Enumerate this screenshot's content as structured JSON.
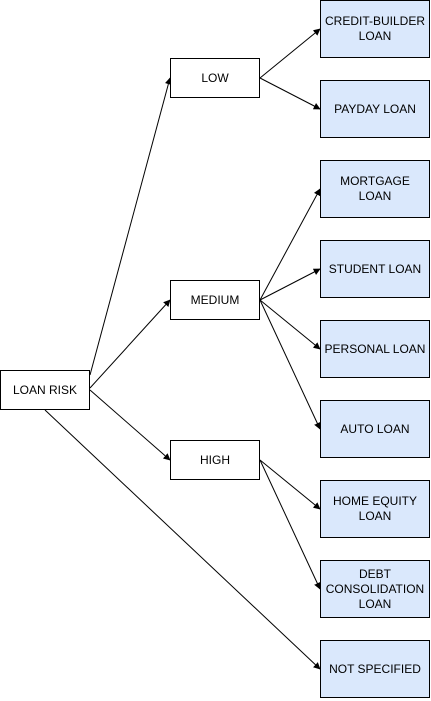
{
  "colors": {
    "leaf_fill": "#dae8fc",
    "plain_fill": "#ffffff",
    "stroke": "#000000"
  },
  "nodes": {
    "root": "LOAN RISK",
    "low": "LOW",
    "medium": "MEDIUM",
    "high": "HIGH",
    "credit_builder": "CREDIT-BUILDER\nLOAN",
    "payday": "PAYDAY LOAN",
    "mortgage": "MORTGAGE LOAN",
    "student": "STUDENT LOAN",
    "personal": "PERSONAL LOAN",
    "auto": "AUTO LOAN",
    "home_equity": "HOME EQUITY\nLOAN",
    "debt_consolidation": "DEBT\nCONSOLIDATION\nLOAN",
    "not_specified": "NOT SPECIFIED"
  },
  "edges": [
    {
      "from": "root",
      "to": "low"
    },
    {
      "from": "root",
      "to": "medium"
    },
    {
      "from": "root",
      "to": "high"
    },
    {
      "from": "root",
      "to": "not_specified"
    },
    {
      "from": "low",
      "to": "credit_builder"
    },
    {
      "from": "low",
      "to": "payday"
    },
    {
      "from": "medium",
      "to": "mortgage"
    },
    {
      "from": "medium",
      "to": "student"
    },
    {
      "from": "medium",
      "to": "personal"
    },
    {
      "from": "medium",
      "to": "auto"
    },
    {
      "from": "high",
      "to": "home_equity"
    },
    {
      "from": "high",
      "to": "debt_consolidation"
    }
  ]
}
